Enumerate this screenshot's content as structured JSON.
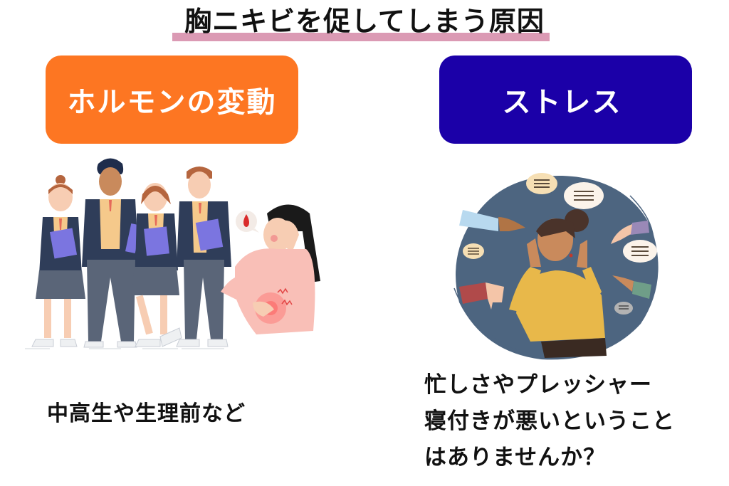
{
  "title": "胸ニキビを促してしまう原因",
  "colors": {
    "title_underline": "#db9ab4",
    "hormone_box": "#fd7622",
    "stress_box": "#1b00a8",
    "text": "#111111"
  },
  "causes": [
    {
      "label": "ホルモンの変動",
      "box_color": "#fd7622",
      "illustration": "students-in-uniform-and-girl-with-period-pain",
      "caption_lines": [
        "中高生や生理前など"
      ]
    },
    {
      "label": "ストレス",
      "box_color": "#1b00a8",
      "illustration": "stressed-woman-covering-ears-surrounded-by-criticism",
      "caption_lines": [
        "忙しさやプレッシャー",
        "寝付きが悪いということ",
        "はありませんか？"
      ]
    }
  ]
}
